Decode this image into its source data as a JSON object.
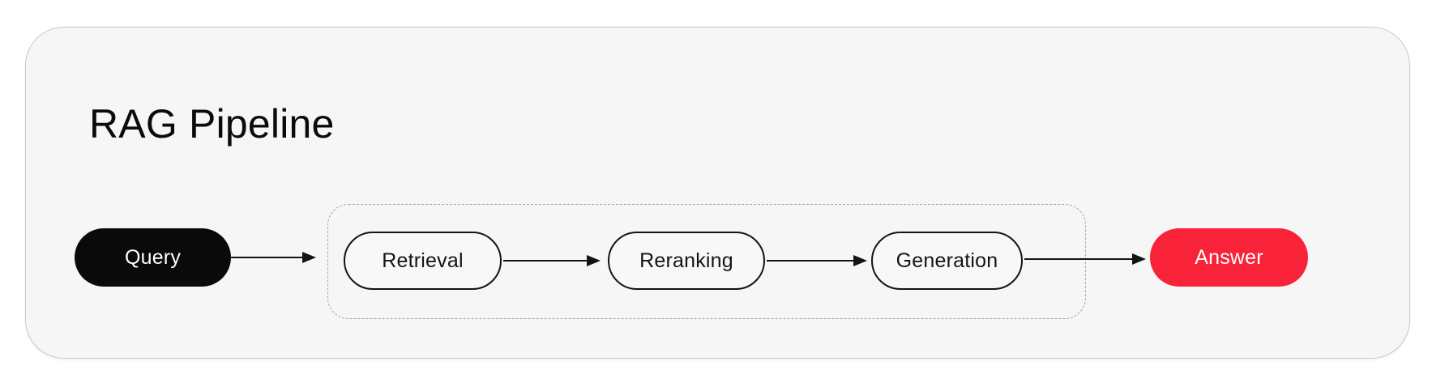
{
  "card": {
    "title": "RAG Pipeline",
    "background": "#f6f6f6",
    "border_color": "#c9c9c9"
  },
  "diagram": {
    "nodes": [
      {
        "id": "query",
        "label": "Query",
        "style": "filled-black",
        "fill": "#0a0a0a",
        "text_color": "#ffffff"
      },
      {
        "id": "retrieval",
        "label": "Retrieval",
        "style": "outlined",
        "fill": "#f8f8f8",
        "border_color": "#141414",
        "text_color": "#141414"
      },
      {
        "id": "reranking",
        "label": "Reranking",
        "style": "outlined",
        "fill": "#f8f8f8",
        "border_color": "#141414",
        "text_color": "#141414"
      },
      {
        "id": "generation",
        "label": "Generation",
        "style": "outlined",
        "fill": "#f8f8f8",
        "border_color": "#141414",
        "text_color": "#141414"
      },
      {
        "id": "answer",
        "label": "Answer",
        "style": "filled-red",
        "fill": "#f92339",
        "text_color": "#ffffff"
      }
    ],
    "edges": [
      {
        "from": "query",
        "to": "retrieval"
      },
      {
        "from": "retrieval",
        "to": "reranking"
      },
      {
        "from": "reranking",
        "to": "generation"
      },
      {
        "from": "generation",
        "to": "answer"
      }
    ],
    "group": {
      "style": "dashed-border",
      "border_color": "#a6a6a6",
      "contains": [
        "retrieval",
        "reranking",
        "generation"
      ]
    },
    "arrow_color": "#141414"
  }
}
